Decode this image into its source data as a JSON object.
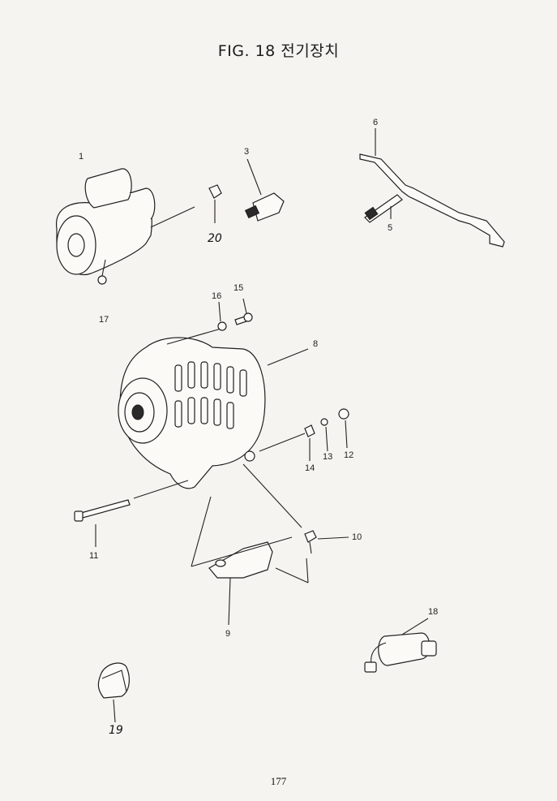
{
  "title": "FIG. 18 전기장치",
  "page_number": "177",
  "callouts": [
    "1",
    "3",
    "5",
    "6",
    "8",
    "9",
    "10",
    "11",
    "12",
    "13",
    "14",
    "15",
    "16",
    "17",
    "18",
    "19",
    "20"
  ]
}
